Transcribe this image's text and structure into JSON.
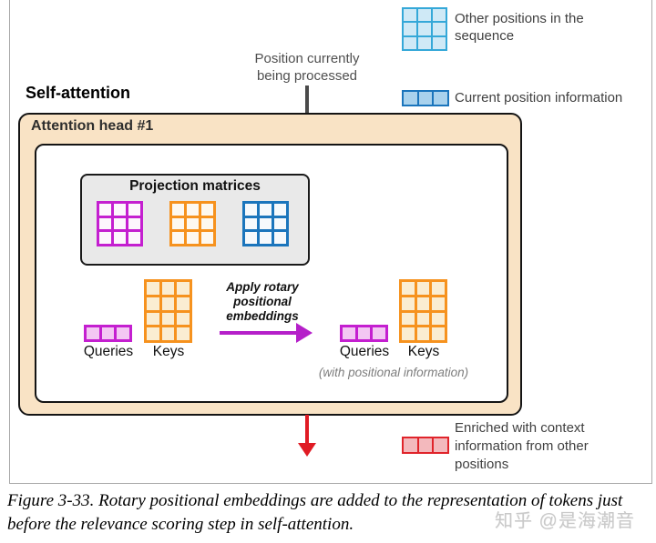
{
  "annotation": {
    "position_processing": "Position currently being processed"
  },
  "legend_top": {
    "other_label": "Other positions in the sequence",
    "current_label": "Current position information"
  },
  "diagram": {
    "section_title": "Self-attention",
    "head_title": "Attention head #1",
    "projection_title": "Projection matrices",
    "left": {
      "queries": "Queries",
      "keys": "Keys"
    },
    "arrow_label": "Apply rotary positional embeddings",
    "right": {
      "queries": "Queries",
      "keys": "Keys",
      "note": "(with positional information)"
    }
  },
  "legend_bottom": {
    "enriched_label": "Enriched with context information from other positions"
  },
  "caption": {
    "line1": "Figure 3-33. Rotary positional embeddings are added to the representation of tokens just",
    "line2": "before the relevance scoring step in self-attention."
  },
  "watermark": "知乎 @是海潮音",
  "colors": {
    "frame_border": "#a9a9a9",
    "head_box_fill": "#f9e3c5",
    "box_border": "#141414",
    "projection_fill": "#e9e9e9",
    "arrow_gray": "#4a4a4a",
    "arrow_magenta": "#b51fc9",
    "arrow_red": "#e01b24"
  },
  "grids": {
    "legend_other": {
      "rows": 3,
      "cols": 3,
      "border": "#35a8d8",
      "fill": "#cfe9f6",
      "line": 2
    },
    "legend_current": {
      "rows": 1,
      "cols": 3,
      "border": "#1b75bc",
      "fill": "#a9d2ed",
      "line": 2
    },
    "legend_enriched": {
      "rows": 1,
      "cols": 3,
      "border": "#e0242b",
      "fill": "#f3b9bd",
      "line": 2
    },
    "proj_q": {
      "rows": 3,
      "cols": 3,
      "border": "#c41fd0",
      "fill": "#fdf7fd",
      "line": 3
    },
    "proj_k": {
      "rows": 3,
      "cols": 3,
      "border": "#f6921e",
      "fill": "#fdf8f0",
      "line": 3
    },
    "proj_v": {
      "rows": 3,
      "cols": 3,
      "border": "#1b75bc",
      "fill": "#f6f9fc",
      "line": 3
    },
    "queries_left": {
      "rows": 1,
      "cols": 3,
      "border": "#c41fd0",
      "fill": "#f3c7f3",
      "line": 3
    },
    "keys_left": {
      "rows": 4,
      "cols": 3,
      "border": "#f6921e",
      "fill": "#faedd2",
      "line": 3
    },
    "queries_right": {
      "rows": 1,
      "cols": 3,
      "border": "#c41fd0",
      "fill": "#f3c7f3",
      "line": 3
    },
    "keys_right": {
      "rows": 4,
      "cols": 3,
      "border": "#f6921e",
      "fill": "#faedd2",
      "line": 3
    }
  }
}
